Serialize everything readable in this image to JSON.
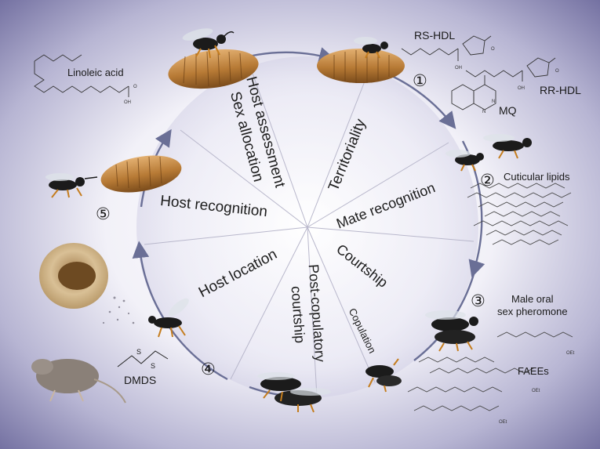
{
  "sectors": {
    "territoriality": "Territoriality",
    "mate_recognition": "Mate recognition",
    "courtship": "Courtship",
    "copulation": "Copulation",
    "post_copulatory_1": "Post-copulatory",
    "post_copulatory_2": "courtship",
    "host_location": "Host location",
    "host_recognition": "Host recognition",
    "host_assessment": "Host assessment",
    "sex_allocation": "Sex allocation"
  },
  "stages": {
    "s1": "①",
    "s2": "②",
    "s3": "③",
    "s4": "④",
    "s5": "⑤"
  },
  "chemicals": {
    "rs_hdl": "RS-HDL",
    "rr_hdl": "RR-HDL",
    "mq": "MQ",
    "cuticular_lipids": "Cuticular lipids",
    "male_oral_1": "Male oral",
    "male_oral_2": "sex pheromone",
    "faees": "FAEEs",
    "dmds": "DMDS",
    "linoleic_acid": "Linoleic acid",
    "s_atom": "S",
    "oh": "OH",
    "o_atom": "O",
    "n_atom": "N",
    "oet": "OEt"
  },
  "colors": {
    "background_edge": "#6f6c9e",
    "background_center": "#ffffff",
    "cycle_ring": "#6a6f96",
    "host_puparium": "#b77a35",
    "wasp_body": "#1b1b1b",
    "wasp_leg": "#c57d1e"
  }
}
